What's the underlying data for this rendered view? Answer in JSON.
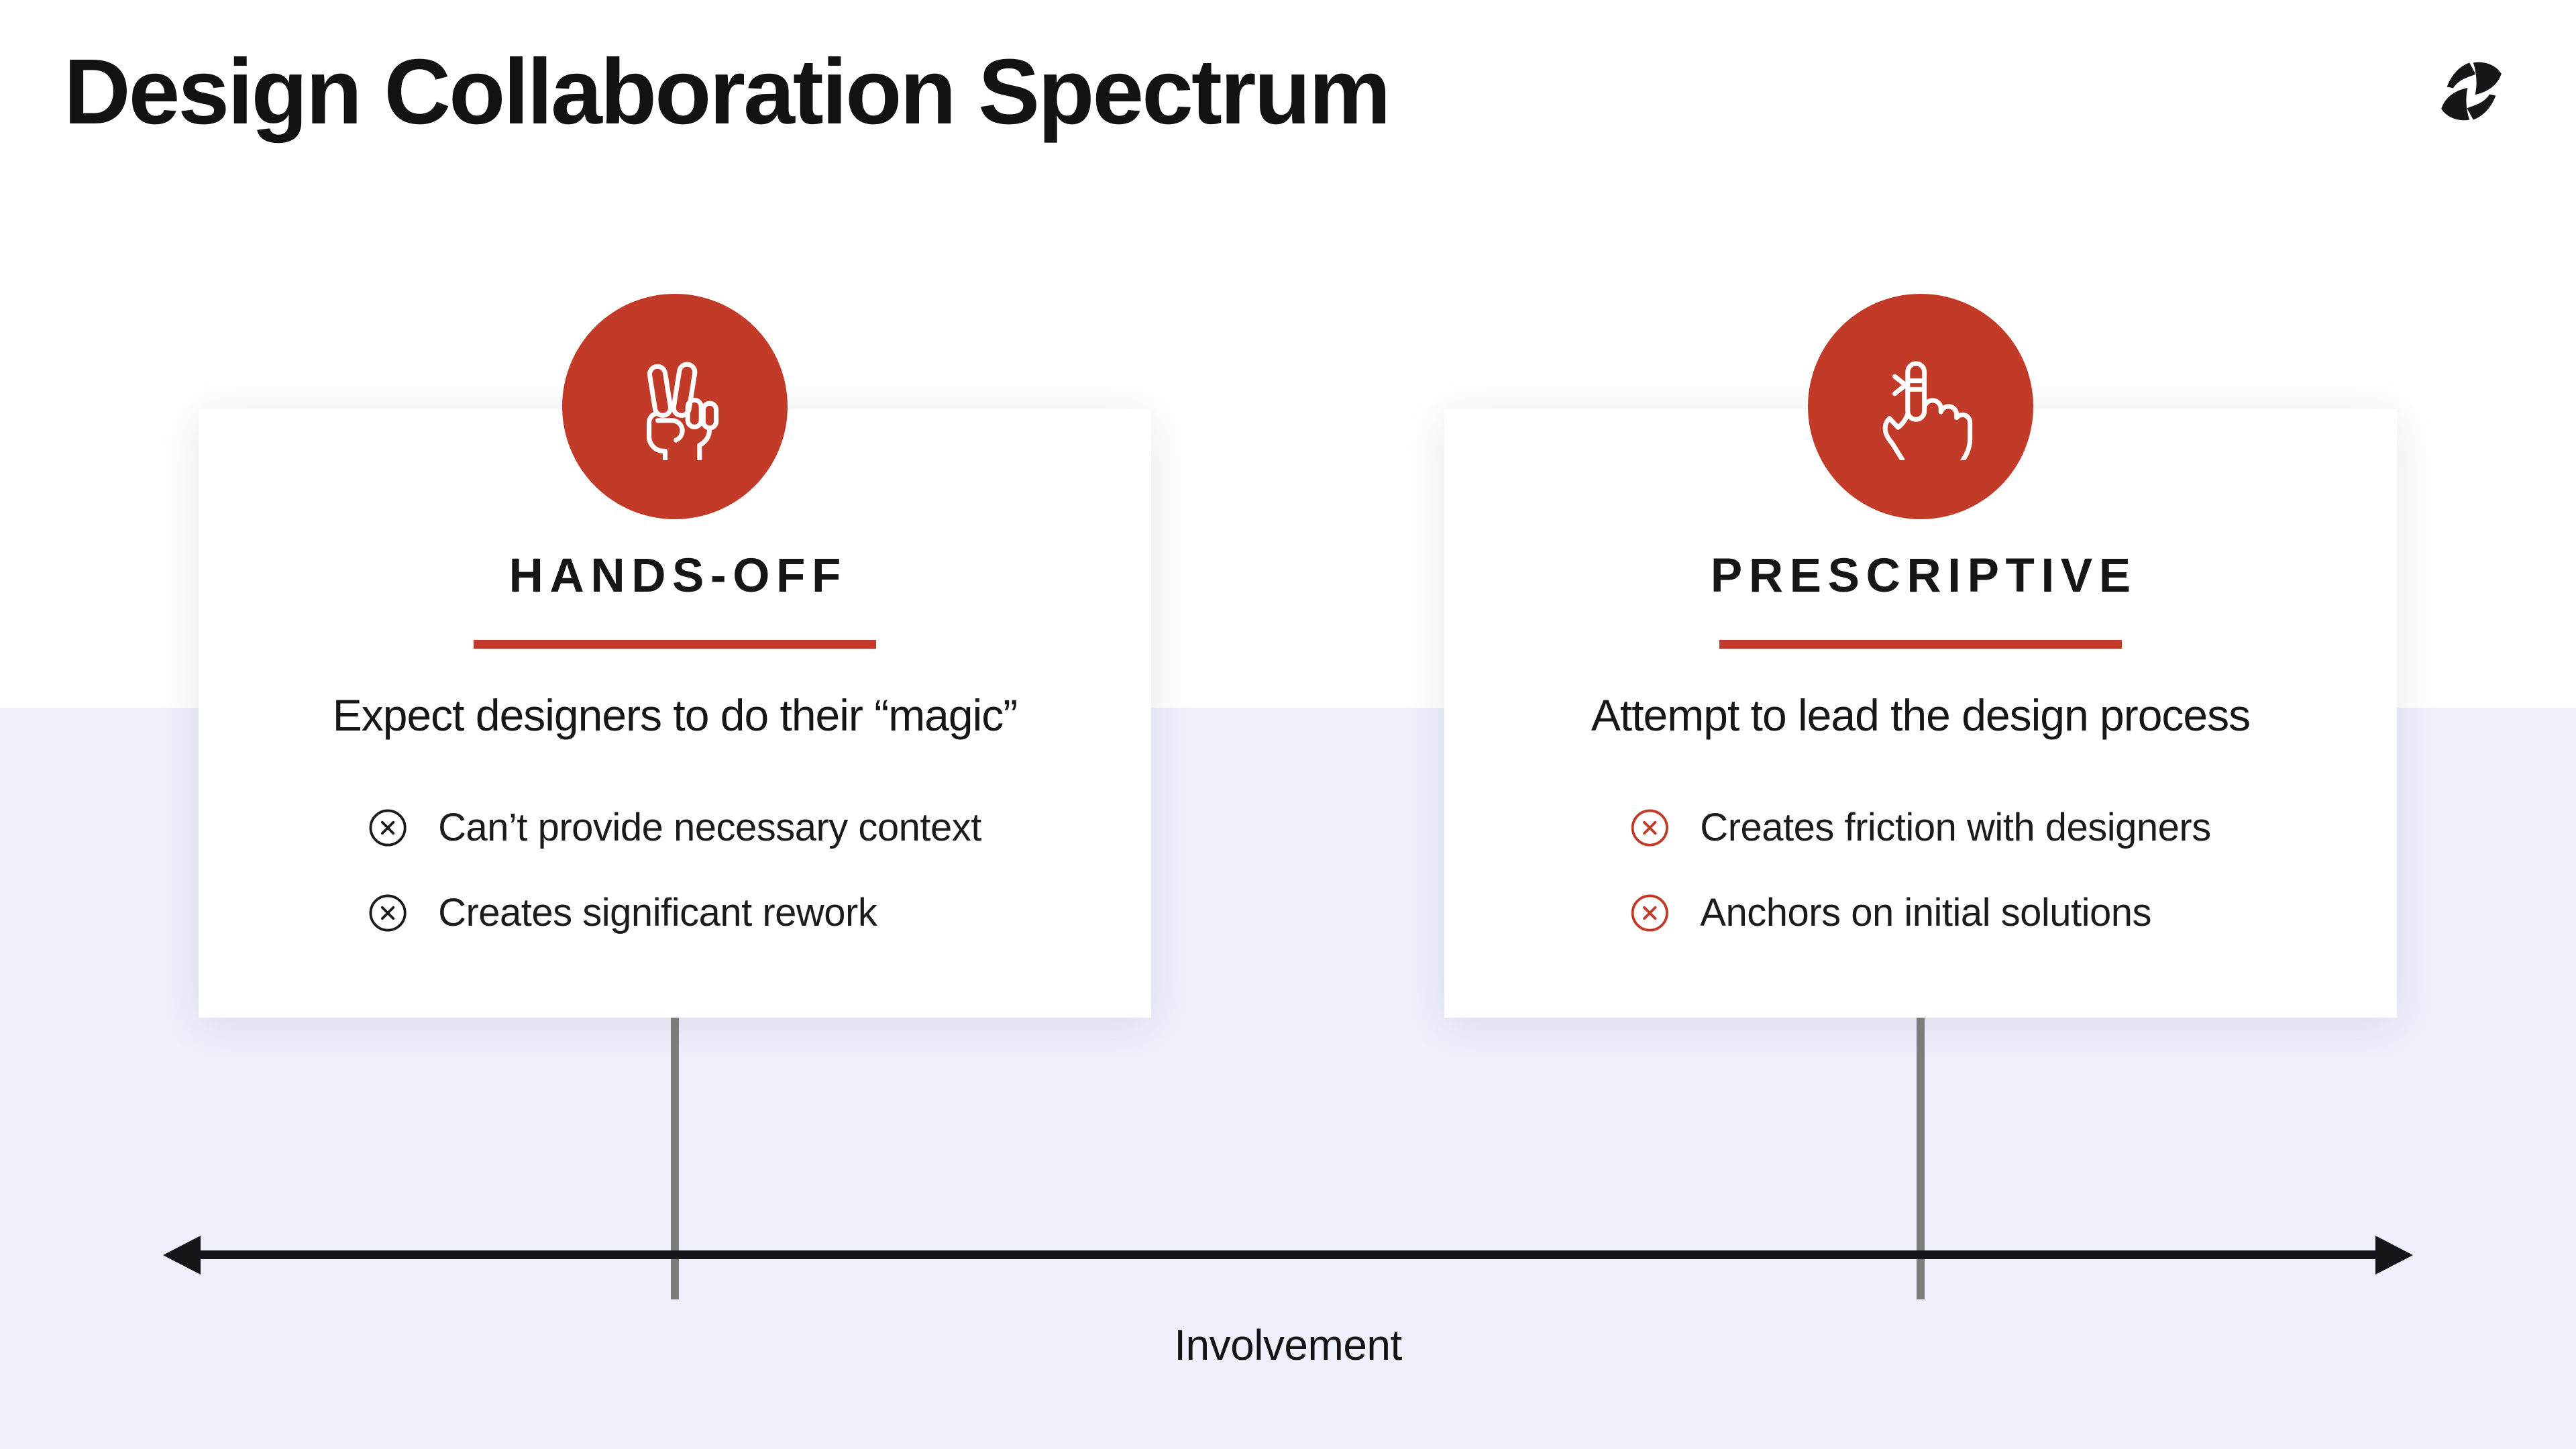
{
  "slide": {
    "title": "Design Collaboration Spectrum",
    "axis_label": "Involvement"
  },
  "logo": {
    "name": "brand-logo-mark"
  },
  "colors": {
    "accent_red": "#c23a28",
    "background_top": "#ffffff",
    "background_bottom": "#eef0fc",
    "axis_black": "#16161a",
    "connector_gray": "#7a7e7b",
    "bullet_icon_left": "#1b1b1b",
    "bullet_icon_right": "#c23a28",
    "logo_black": "#16161a"
  },
  "cards": [
    {
      "label": "HANDS-OFF",
      "icon": "peace-sign-icon",
      "headline": "Expect designers to do their “magic”",
      "bullets": [
        "Can’t provide necessary context",
        "Creates significant rework"
      ]
    },
    {
      "label": "PRESCRIPTIVE",
      "icon": "pointing-finger-string-icon",
      "headline": "Attempt to lead the design process",
      "bullets": [
        "Creates friction with designers",
        "Anchors on initial solutions"
      ]
    }
  ]
}
